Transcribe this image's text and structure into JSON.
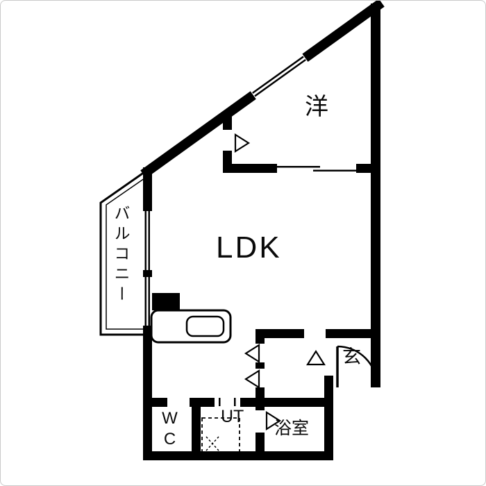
{
  "floorplan": {
    "rooms": {
      "western": {
        "label": "洋"
      },
      "ldk": {
        "label": "LDK"
      },
      "balcony": {
        "label": "バルコニー"
      },
      "entrance": {
        "label": "玄"
      },
      "wc": {
        "label": "WC"
      },
      "utility": {
        "label": "UT"
      },
      "bathroom": {
        "label": "浴室"
      }
    },
    "symbols": [
      "door-swing-arc",
      "door-triangle-marker",
      "sliding-window",
      "washing-machine-space",
      "kitchen-counter-with-sink"
    ],
    "colors": {
      "wall": "#000000",
      "background": "#ffffff"
    }
  }
}
